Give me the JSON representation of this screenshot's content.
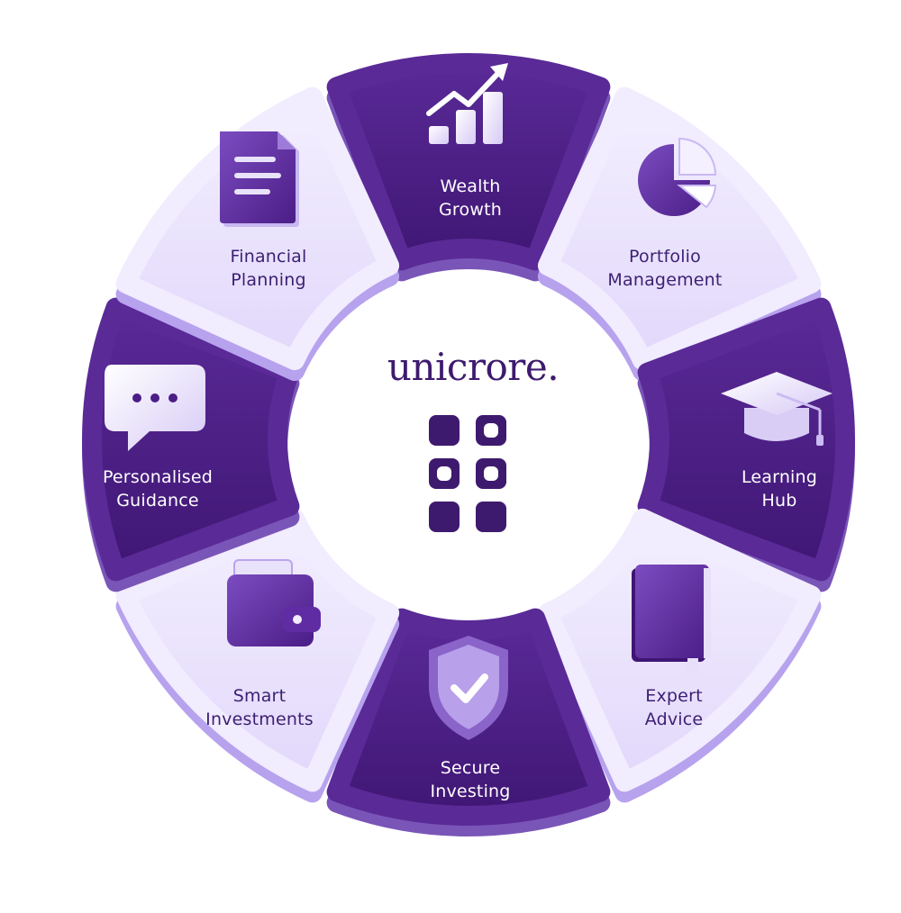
{
  "brand": {
    "name": "unicrore."
  },
  "segments": [
    {
      "id": "wealth-growth",
      "line1": "Wealth",
      "line2": "Growth",
      "icon": "growth-chart-icon",
      "theme": "dark"
    },
    {
      "id": "portfolio-management",
      "line1": "Portfolio",
      "line2": "Management",
      "icon": "pie-chart-icon",
      "theme": "light"
    },
    {
      "id": "learning-hub",
      "line1": "Learning",
      "line2": "Hub",
      "icon": "graduation-cap-icon",
      "theme": "dark"
    },
    {
      "id": "expert-advice",
      "line1": "Expert",
      "line2": "Advice",
      "icon": "book-icon",
      "theme": "light"
    },
    {
      "id": "secure-investing",
      "line1": "Secure",
      "line2": "Investing",
      "icon": "shield-check-icon",
      "theme": "dark"
    },
    {
      "id": "smart-investments",
      "line1": "Smart",
      "line2": "Investments",
      "icon": "wallet-icon",
      "theme": "light"
    },
    {
      "id": "personalised-guidance",
      "line1": "Personalised",
      "line2": "Guidance",
      "icon": "chat-bubble-icon",
      "theme": "dark"
    },
    {
      "id": "financial-planning",
      "line1": "Financial",
      "line2": "Planning",
      "icon": "document-icon",
      "theme": "light"
    }
  ],
  "colors": {
    "dark": "#4b1d86",
    "dark_edge": "#7a55b8",
    "light": "#e9e2fb",
    "light_edge": "#b7a2ee",
    "brand_text": "#3e1a6e",
    "label_dark": "#ffffff",
    "label_light": "#3c1f73"
  }
}
